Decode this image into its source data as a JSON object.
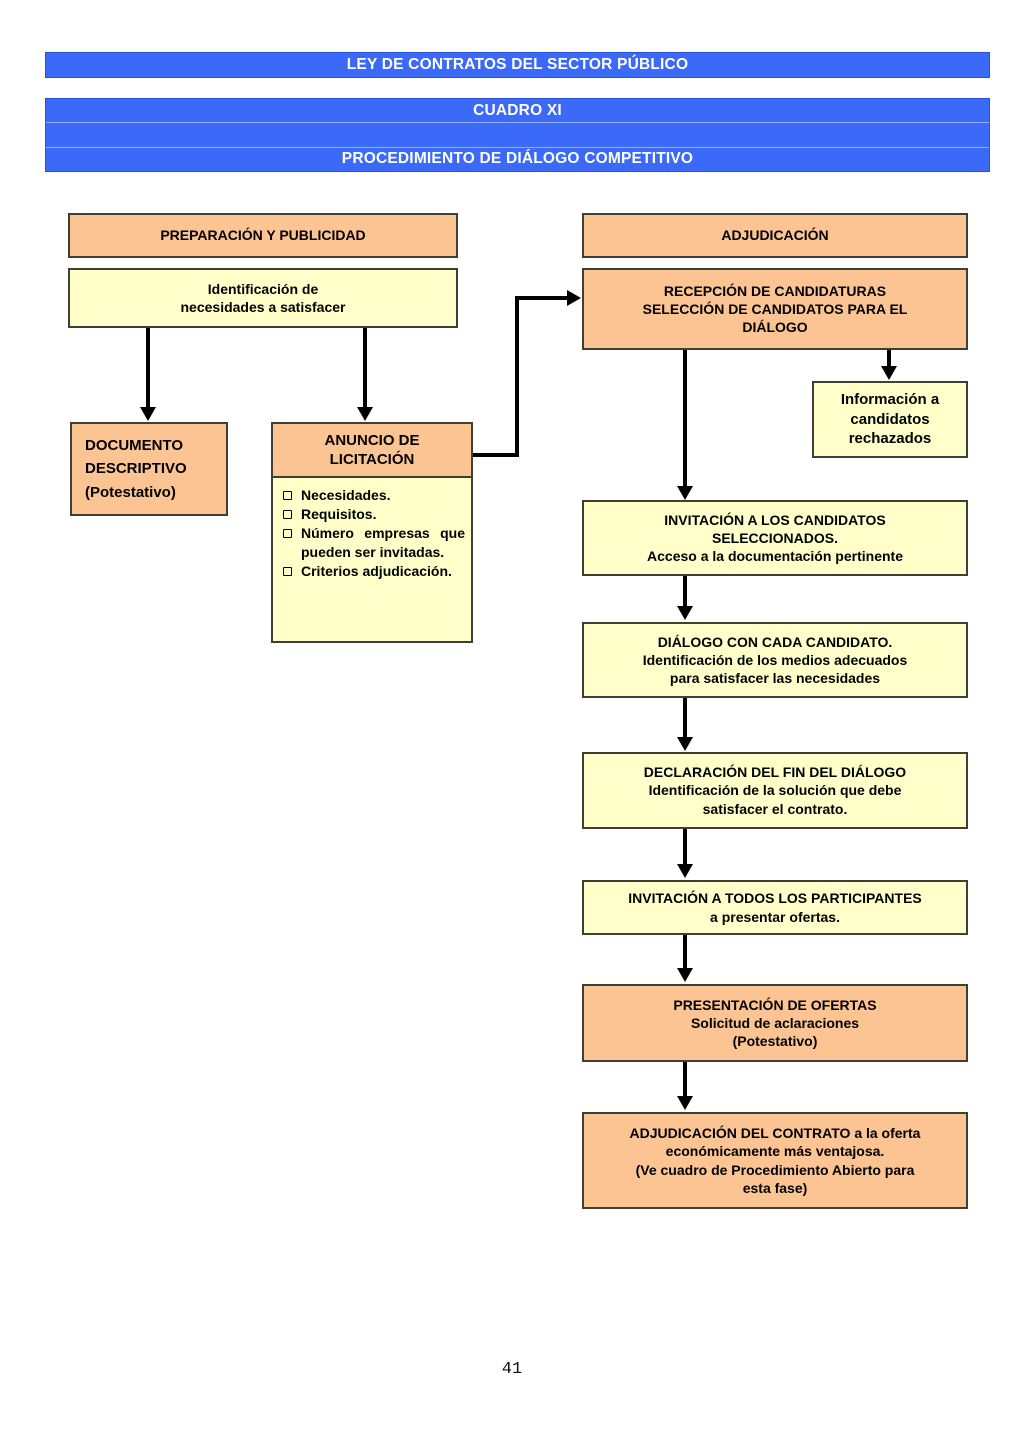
{
  "header": {
    "bar1": "LEY DE CONTRATOS DEL SECTOR PÚBLICO",
    "bar2": "CUADRO XI",
    "bar3": "PROCEDIMIENTO DE DIÁLOGO COMPETITIVO"
  },
  "left": {
    "preparacion": "PREPARACIÓN Y PUBLICIDAD",
    "identificacion": {
      "lines": [
        "Identificación de",
        "necesidades a satisfacer"
      ]
    },
    "documento": {
      "lines": [
        "DOCUMENTO",
        "DESCRIPTIVO",
        "(Potestativo)"
      ]
    },
    "anuncio": {
      "title_lines": [
        "ANUNCIO DE",
        "LICITACIÓN"
      ],
      "items": [
        "Necesidades.",
        "Requisitos.",
        "Número empresas que pueden ser invitadas.",
        "Criterios adjudicación."
      ]
    }
  },
  "right": {
    "adjudicacion": "ADJUDICACIÓN",
    "recepcion": {
      "lines": [
        "RECEPCIÓN DE CANDIDATURAS",
        "SELECCIÓN DE CANDIDATOS PARA EL",
        "DIÁLOGO"
      ]
    },
    "info_rechazados": {
      "lines": [
        "Información a",
        "candidatos",
        "rechazados"
      ]
    },
    "invitacion_seleccionados": {
      "lines": [
        "INVITACIÓN A LOS CANDIDATOS",
        "SELECCIONADOS.",
        "Acceso a la documentación pertinente"
      ]
    },
    "dialogo": {
      "lines": [
        "DIÁLOGO CON CADA CANDIDATO.",
        "Identificación de los medios adecuados",
        "para satisfacer las necesidades"
      ]
    },
    "declaracion": {
      "lines": [
        "DECLARACIÓN DEL FIN DEL DIÁLOGO",
        "Identificación de la solución que debe",
        "satisfacer el contrato."
      ]
    },
    "invitacion_todos": {
      "lines": [
        "INVITACIÓN A TODOS LOS PARTICIPANTES",
        "a presentar ofertas."
      ]
    },
    "presentacion": {
      "lines": [
        "PRESENTACIÓN DE OFERTAS",
        "Solicitud de aclaraciones",
        "(Potestativo)"
      ]
    },
    "adjudicacion_contrato": {
      "lines": [
        "ADJUDICACIÓN DEL CONTRATO a la oferta",
        "económicamente más ventajosa.",
        "(Ve cuadro de Procedimiento Abierto para",
        "esta fase)"
      ]
    }
  },
  "page": {
    "number": "41"
  },
  "colors": {
    "header_blue": "#3B69F8",
    "box_orange": "#FBC492",
    "box_yellow": "#FFFFC9",
    "border_dark": "#3F3F36",
    "arrow_black": "#000000"
  }
}
